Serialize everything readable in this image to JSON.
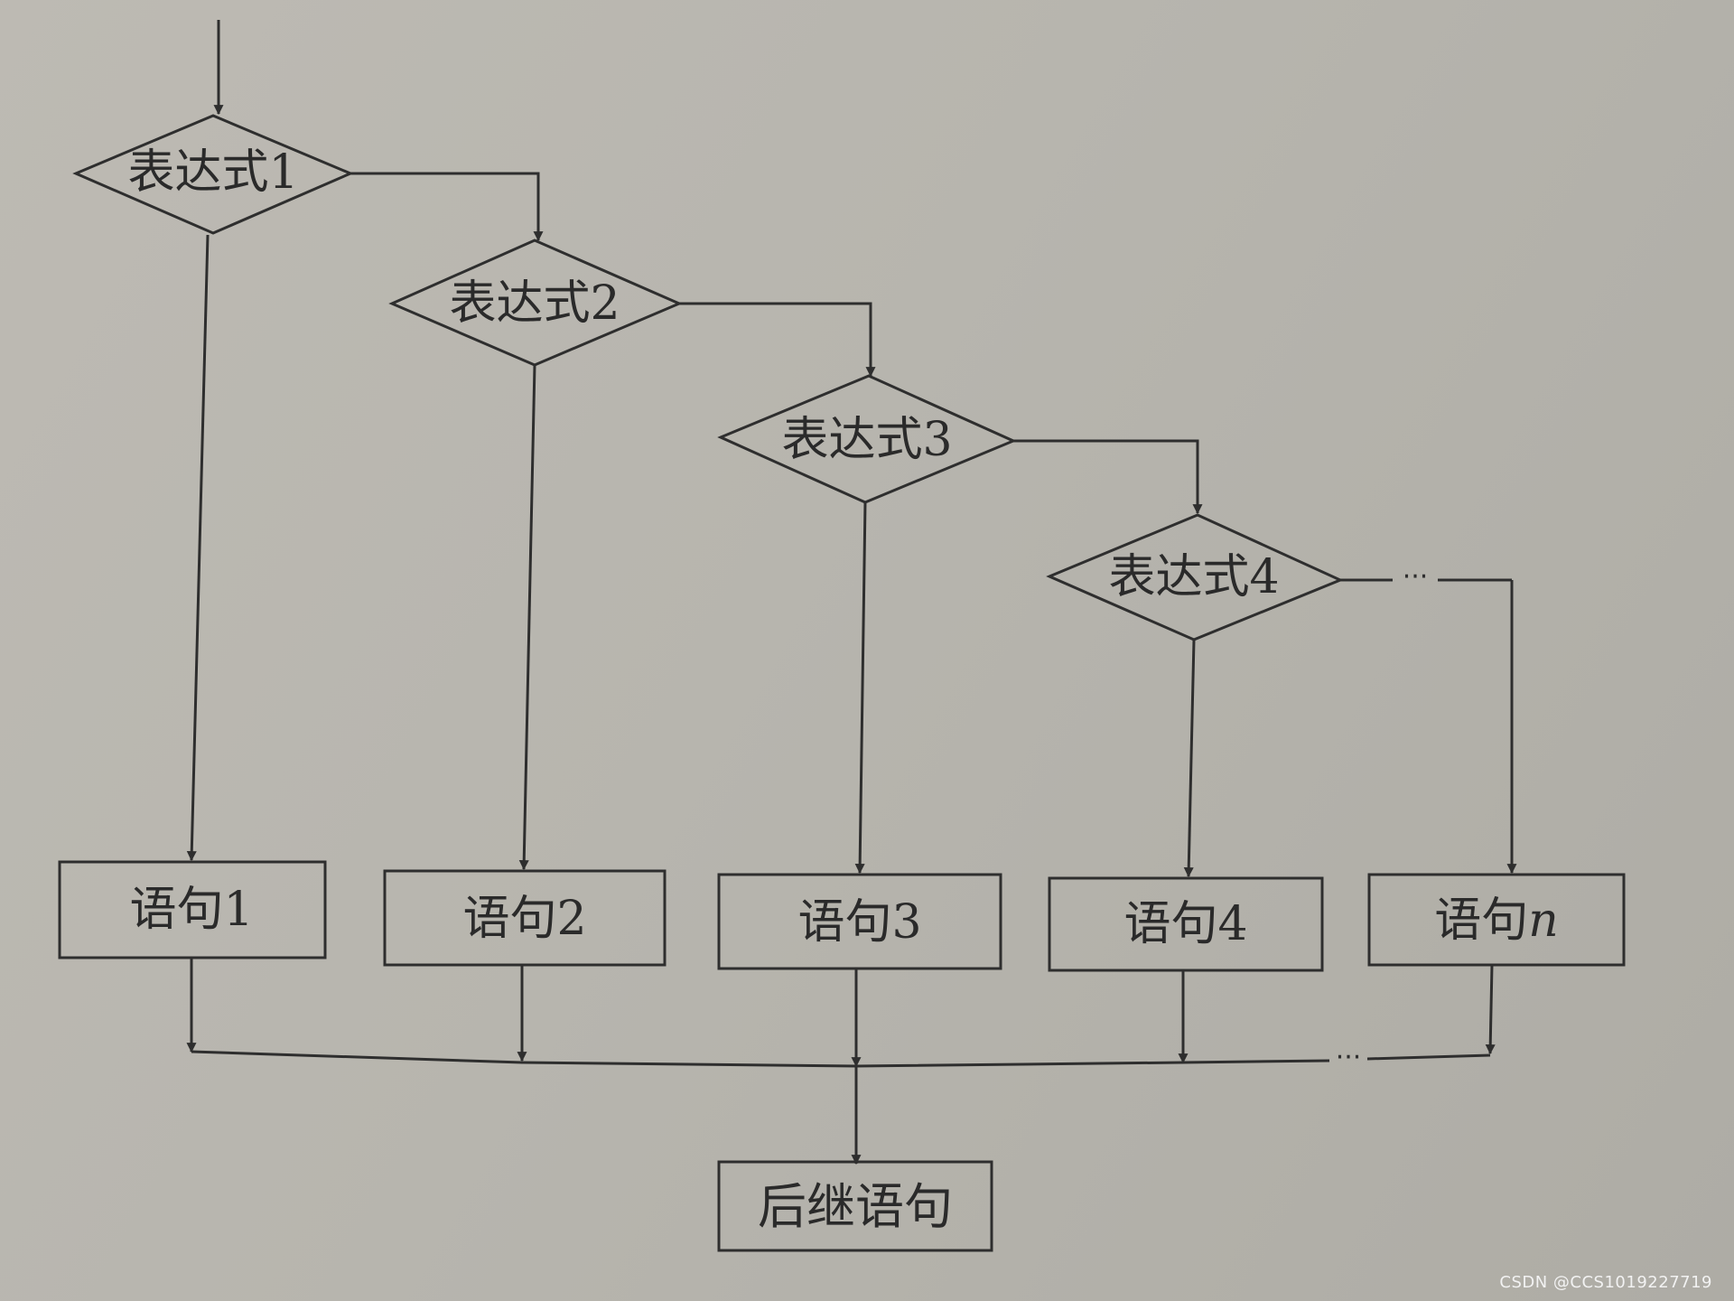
{
  "diagram": {
    "type": "flowchart",
    "decisions": [
      {
        "id": "d1",
        "label": "表达式1"
      },
      {
        "id": "d2",
        "label": "表达式2"
      },
      {
        "id": "d3",
        "label": "表达式3"
      },
      {
        "id": "d4",
        "label": "表达式4"
      }
    ],
    "statements": [
      {
        "id": "s1",
        "label": "语句1"
      },
      {
        "id": "s2",
        "label": "语句2"
      },
      {
        "id": "s3",
        "label": "语句3"
      },
      {
        "id": "s4",
        "label": "语句4"
      },
      {
        "id": "sn",
        "label_prefix": "语句",
        "label_suffix": "n"
      }
    ],
    "final": {
      "id": "next",
      "label": "后继语句"
    },
    "ellipsis": "···",
    "edges": [
      {
        "from": "start",
        "to": "d1"
      },
      {
        "from": "d1",
        "to": "s1"
      },
      {
        "from": "d1",
        "to": "d2"
      },
      {
        "from": "d2",
        "to": "s2"
      },
      {
        "from": "d2",
        "to": "d3"
      },
      {
        "from": "d3",
        "to": "s3"
      },
      {
        "from": "d3",
        "to": "d4"
      },
      {
        "from": "d4",
        "to": "s4"
      },
      {
        "from": "d4",
        "to": "sn"
      },
      {
        "from": "s1",
        "to": "merge"
      },
      {
        "from": "s2",
        "to": "merge"
      },
      {
        "from": "s3",
        "to": "merge"
      },
      {
        "from": "s4",
        "to": "merge"
      },
      {
        "from": "sn",
        "to": "merge"
      },
      {
        "from": "merge",
        "to": "next"
      }
    ]
  },
  "colors": {
    "ink": "#2e2e2e",
    "paper": "#b9b7b0"
  },
  "watermark": "CSDN @CCS1019227719"
}
